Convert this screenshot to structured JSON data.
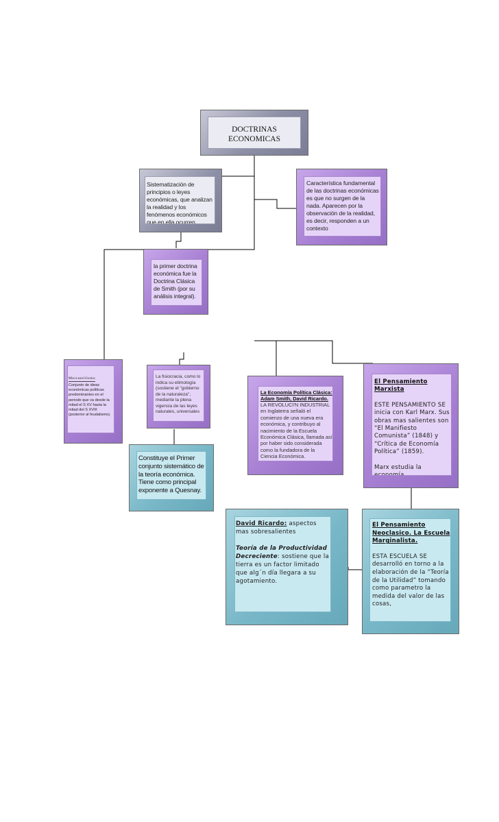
{
  "nodes": {
    "doctrinas": {
      "title_line1": "DOCTRINAS",
      "title_line2": "ECONOMICAS"
    },
    "sistematizacion": {
      "text": "Sistematización de principios o leyes económicas, que analizan la realidad y los fenómenos económicos que en ella ocurren"
    },
    "caracteristica": {
      "text": "Característica fundamental de las doctrinas económicas es que no surgen de la nada. Aparecen por la observación de la realidad, es decir, responden a un contexto"
    },
    "primer_doctrina": {
      "text": "la primer doctrina económica fue la Doctrina Clásica de Smith (por su análisis integral)."
    },
    "mercantilismo": {
      "title": "Mercantilismo",
      "text": "Conjunto de ideas económicas políticas predominantes en el periodo que va desde la mitad el S XV hasta la mitad del S XVIII (posterior al feudalismo)."
    },
    "fisiocracia": {
      "text": "La fisiocracia, como lo indica su etimología (sostiene el \"gobierno de la naturaleza\", mediante la plena vigencia de las leyes naturales, universales"
    },
    "constituye": {
      "text": "Constituye el Primer conjunto sistemático de la teoría económica. Tiene como principal exponente a Quesnay."
    },
    "economia_clasica": {
      "title": "La Economía Política Clásica: Adam Smith, David Ricardo.",
      "text": "LA REVOLUCI'N INDUSTRIAL en Inglaterra señaló el comienzo de una nueva era económica, y contribuyo al nacimiento de la Escuela Económica Clásica, llamada así por haber sido considerada como la fundadora de la Ciencia Económica."
    },
    "marxista": {
      "title": "El Pensamiento Marxista",
      "p1": "ESTE PENSAMIENTO SE inicia con Karl Marx. Sus obras mas salientes son “El Manifiesto Comunista” (1848) y “Crítica de Economía Política” (1859).",
      "p2": "Marx estudia la economía"
    },
    "ricardo": {
      "title": "David Ricardo:",
      "title_rest": " aspectos mas sobresalientes",
      "theory": "Teoría de la Productividad Decreciente",
      "theory_rest": ": sostiene que la tierra es un factor limitado que alg´n día llegara a su agotamiento."
    },
    "neoclasico": {
      "title": "El Pensamiento Neoclasico. La Escuela Marginalista.",
      "text": "ESTA ESCUELA SE desarrolló en torno a la elaboración de la “Teoría de la Utilidad” tomando como parametro la medida del valor de las cosas,"
    }
  }
}
